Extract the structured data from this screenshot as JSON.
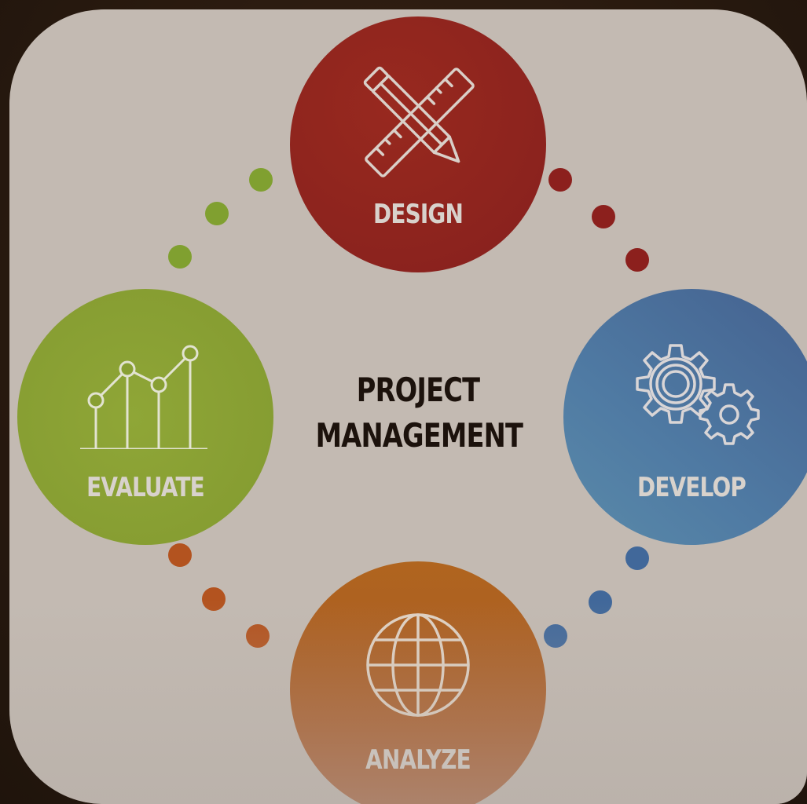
{
  "center": {
    "line1": "PROJECT",
    "line2": "MANAGEMENT"
  },
  "stages": {
    "design": {
      "label": "DESIGN",
      "icon": "pencil-ruler-icon",
      "color": "#8f241e"
    },
    "develop": {
      "label": "DEVELOP",
      "icon": "gears-icon",
      "color": "#4c6f9c"
    },
    "analyze": {
      "label": "ANALYZE",
      "icon": "globe-icon",
      "color": "#a95a22"
    },
    "evaluate": {
      "label": "EVALUATE",
      "icon": "line-chart-icon",
      "color": "#8a9f33"
    }
  },
  "connector_colors": {
    "design_develop": "#8c201d",
    "develop_analyze": "#41689a",
    "analyze_evaluate": "#b3531f",
    "evaluate_design": "#80a030"
  }
}
